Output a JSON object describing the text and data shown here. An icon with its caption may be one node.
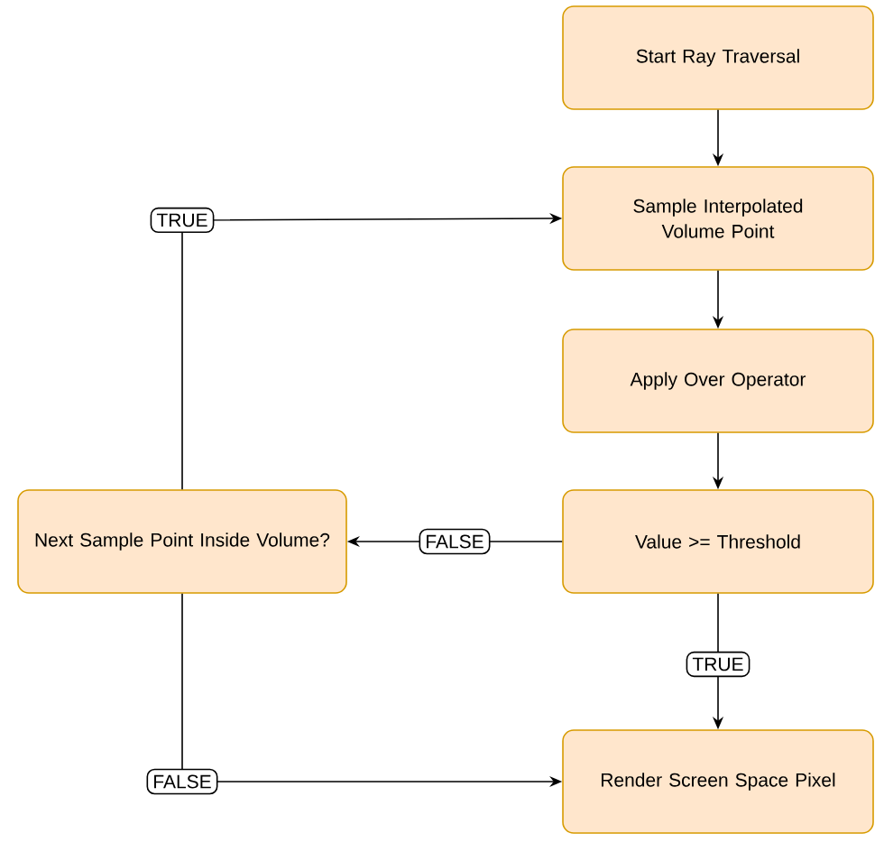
{
  "diagram": {
    "nodes": [
      {
        "text": [
          "Start Ray Traversal"
        ]
      },
      {
        "text": [
          "Sample Interpolated Volume Point"
        ]
      },
      {
        "text": [
          "Apply Over Operator"
        ]
      },
      {
        "text": [
          "Value >= Threshold"
        ]
      },
      {
        "text": [
          "Render Screen Space Pixel"
        ]
      },
      {
        "text": [
          "Next Sample Point Inside Volume?"
        ]
      }
    ],
    "edges": [
      {
        "from": 0,
        "to": 1,
        "arrow": "to"
      },
      {
        "from": 1,
        "to": 2,
        "arrow": "to"
      },
      {
        "from": 2,
        "to": 3,
        "arrow": "to"
      },
      {
        "from": 3,
        "to": 5,
        "arrow": "to",
        "label": "FALSE"
      },
      {
        "from": 3,
        "to": 4,
        "arrow": "to",
        "label": "TRUE"
      },
      {
        "from": 5,
        "to": 1,
        "arrow": "to",
        "label": "TRUE"
      },
      {
        "from": 5,
        "to": 4,
        "arrow": "to",
        "label": "FALSE"
      }
    ]
  }
}
